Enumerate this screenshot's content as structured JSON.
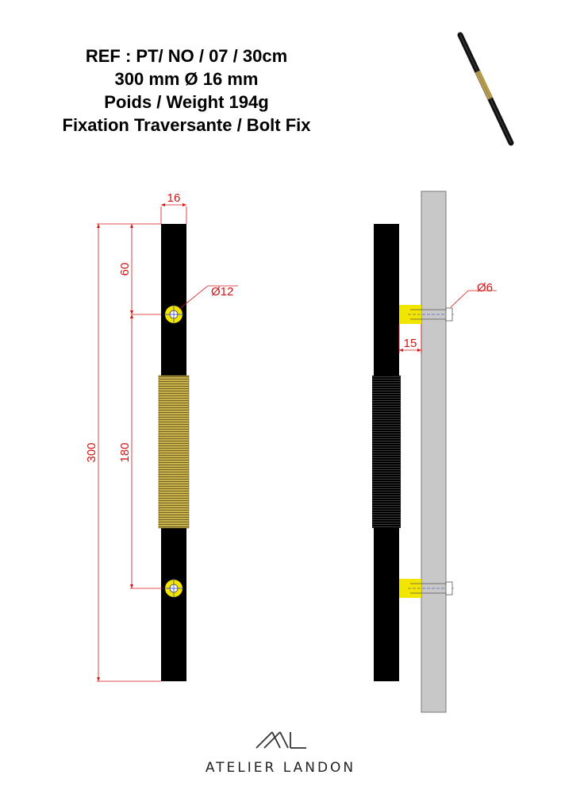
{
  "header": {
    "ref": "REF : PT/ NO / 07 / 30cm",
    "size": "300 mm Ø 16 mm",
    "weight": "Poids / Weight 194g",
    "fixing": "Fixation Traversante / Bolt Fix"
  },
  "dimensions": {
    "width": "16",
    "top_offset": "60",
    "hole_diameter": "Ø12",
    "hole_spacing": "180",
    "total_length": "300",
    "bolt_diameter": "Ø6",
    "standoff": "15"
  },
  "brand": {
    "name": "ATELIER LANDON"
  },
  "colors": {
    "dimension": "#d41414",
    "bar": "#000000",
    "grip": "#c9b24e",
    "standoff": "#f2e600",
    "door": "#c8c8c8"
  }
}
